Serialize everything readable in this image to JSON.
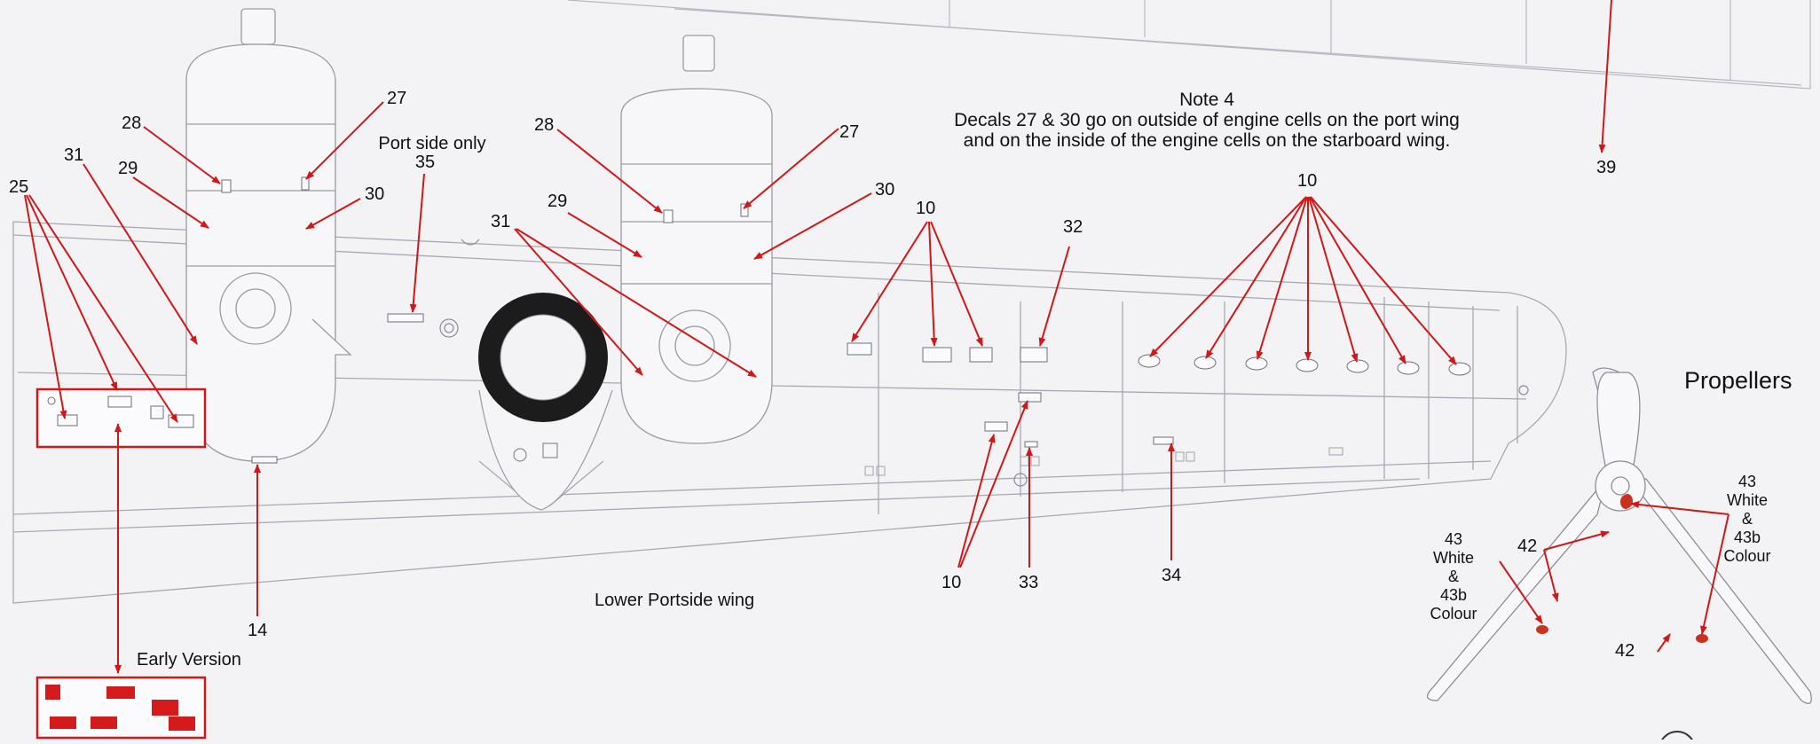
{
  "title": "Lower Portside wing",
  "propellers_title": "Propellers",
  "note": {
    "heading": "Note 4",
    "line1": "Decals 27 & 30 go on outside of  engine cells on the port wing",
    "line2": "and on the inside of the engine cells on the starboard wing."
  },
  "port_side": {
    "line1": "Port side only",
    "number": "35"
  },
  "early_version": "Early Version",
  "callouts": {
    "c25": "25",
    "c31a": "31",
    "c29a": "29",
    "c28a": "28",
    "c27a": "27",
    "c30a": "30",
    "c28b": "28",
    "c29b": "29",
    "c31b": "31",
    "c27b": "27",
    "c30b": "30",
    "c10a": "10",
    "c32": "32",
    "c10b": "10",
    "c39": "39",
    "c14": "14",
    "c10c": "10",
    "c33": "33",
    "c34": "34",
    "c42a": "42",
    "c42b": "42"
  },
  "prop_left": {
    "num": "43",
    "w": "White",
    "amp": "&",
    "num2": "43b",
    "c": "Colour"
  },
  "prop_right": {
    "num": "43",
    "w": "White",
    "amp": "&",
    "num2": "43b",
    "c": "Colour"
  },
  "colors": {
    "line": "#a8a8b4",
    "arrow": "#d01818",
    "decal": "#d41a1a",
    "roundel": "#1c1c1c"
  }
}
